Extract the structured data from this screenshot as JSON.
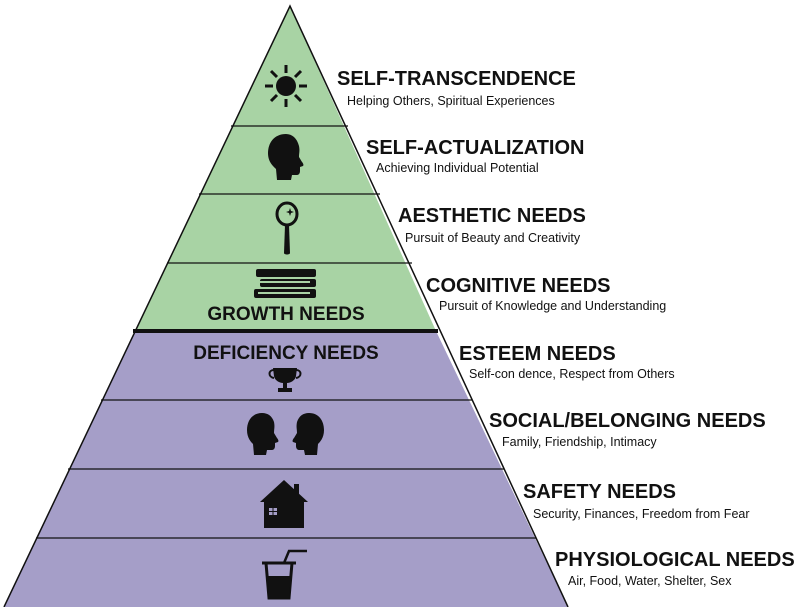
{
  "colors": {
    "growth_fill": "#a8d3a4",
    "deficiency_fill": "#a59ec8",
    "line": "#111111",
    "text": "#111111"
  },
  "groups": {
    "growth": "GROWTH NEEDS",
    "deficiency": "DEFICIENCY NEEDS"
  },
  "levels": [
    {
      "title": "SELF-TRANSCENDENCE",
      "subtitle": "Helping Others, Spiritual Experiences",
      "icon": "sun-icon"
    },
    {
      "title": "SELF-ACTUALIZATION",
      "subtitle": "Achieving Individual Potential",
      "icon": "head-profile-icon"
    },
    {
      "title": "AESTHETIC NEEDS",
      "subtitle": "Pursuit of Beauty and Creativity",
      "icon": "hand-mirror-icon"
    },
    {
      "title": "COGNITIVE NEEDS",
      "subtitle": "Pursuit of Knowledge and Understanding",
      "icon": "books-icon"
    },
    {
      "title": "ESTEEM NEEDS",
      "subtitle": "Self-con  dence, Respect from Others",
      "icon": "trophy-icon"
    },
    {
      "title": "SOCIAL/BELONGING NEEDS",
      "subtitle": "Family, Friendship, Intimacy",
      "icon": "two-heads-icon"
    },
    {
      "title": "SAFETY NEEDS",
      "subtitle": "Security, Finances, Freedom from Fear",
      "icon": "house-icon"
    },
    {
      "title": "PHYSIOLOGICAL NEEDS",
      "subtitle": "Air, Food, Water, Shelter, Sex",
      "icon": "drink-cup-icon"
    }
  ]
}
